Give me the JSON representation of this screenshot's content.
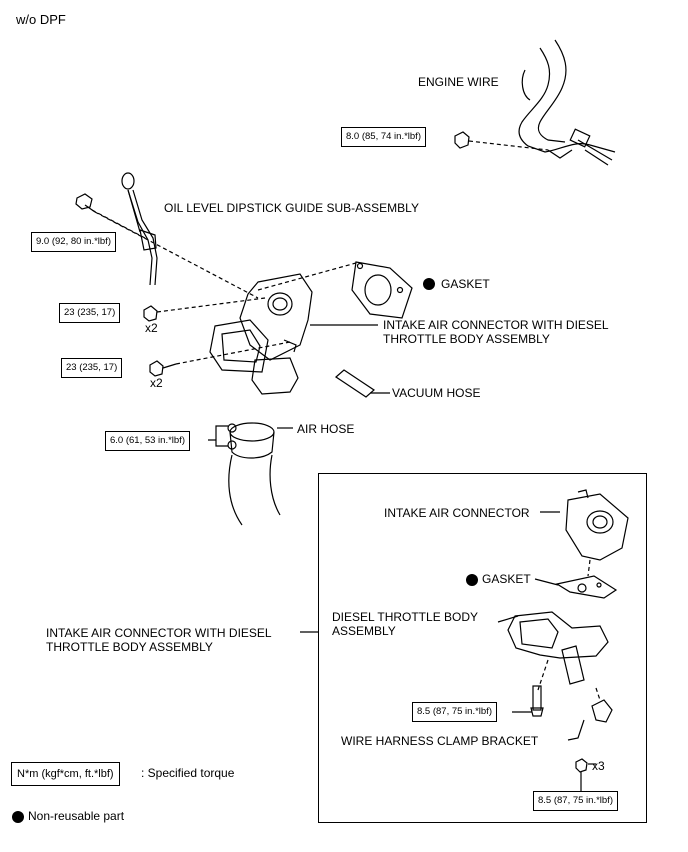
{
  "header": {
    "variant": "w/o DPF"
  },
  "labels": {
    "engine_wire": "ENGINE WIRE",
    "dipstick_guide": "OIL LEVEL DIPSTICK GUIDE SUB-ASSEMBLY",
    "gasket": "GASKET",
    "intake_assembly_line1": "INTAKE AIR CONNECTOR WITH DIESEL",
    "intake_assembly_line2": "THROTTLE BODY ASSEMBLY",
    "vacuum_hose": "VACUUM HOSE",
    "air_hose": "AIR HOSE",
    "x2_a": "x2",
    "x2_b": "x2"
  },
  "torques": {
    "engine_wire": "8.0 (85, 74 in.*lbf)",
    "dipstick": "9.0 (92, 80 in.*lbf)",
    "bolt_upper": "23 (235, 17)",
    "bolt_lower": "23 (235, 17)",
    "air_hose": "6.0 (61, 53 in.*lbf)"
  },
  "detail": {
    "intake_connector": "INTAKE AIR CONNECTOR",
    "gasket": "GASKET",
    "throttle_line1": "DIESEL THROTTLE BODY",
    "throttle_line2": "ASSEMBLY",
    "bolt_torque": "8.5 (87, 75 in.*lbf)",
    "clamp_bracket": "WIRE HARNESS CLAMP BRACKET",
    "x3": "x3",
    "bracket_torque": "8.5 (87, 75 in.*lbf)",
    "callout_line1": "INTAKE AIR CONNECTOR WITH DIESEL",
    "callout_line2": "THROTTLE BODY ASSEMBLY"
  },
  "legend": {
    "torque_unit": "N*m (kgf*cm, ft.*lbf)",
    "torque_desc": ": Specified torque",
    "nonreusable": "Non-reusable part"
  }
}
